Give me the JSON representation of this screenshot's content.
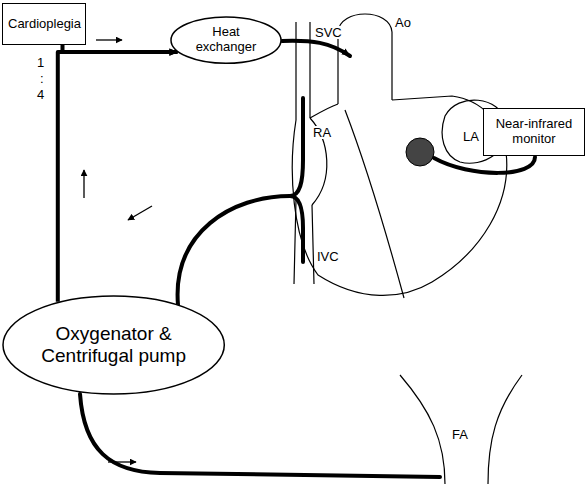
{
  "diagram": {
    "nodes": [
      {
        "text": [
          "Cardioplegia"
        ]
      },
      {
        "text": [
          "Heat exchanger"
        ]
      },
      {
        "text": [
          "Near-infrared monitor"
        ]
      },
      {
        "text": [
          "Oxygenator & Centrifugal pump"
        ]
      }
    ],
    "edges": [
      {
        "from": 0,
        "to": 1,
        "arrow": "to"
      },
      {
        "from": 3,
        "to": 1,
        "arrow": "to"
      }
    ],
    "labels": [
      "1",
      ":",
      "4",
      "SVC",
      "Ao",
      "RA",
      "LA",
      "IVC",
      "FA"
    ]
  }
}
